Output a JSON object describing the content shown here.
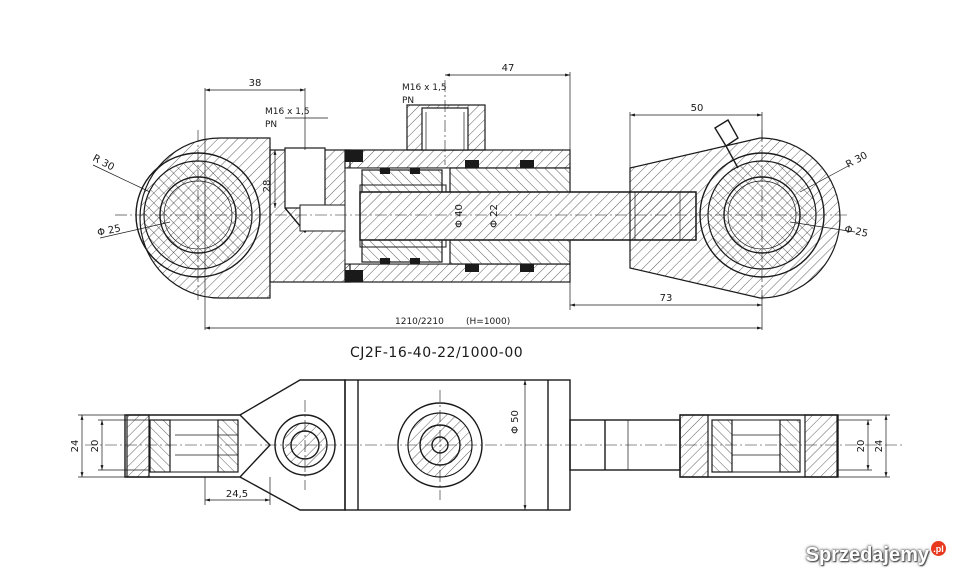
{
  "drawing": {
    "model_code": "CJ2F-16-40-22/1000-00",
    "dimensions": {
      "port_offset": "38",
      "port_thread_left": "M16 x 1,5",
      "port_label_left": "PN",
      "port_thread_right": "M16 x 1,5",
      "port_label_right": "PN",
      "port_spacing": "47",
      "eye_radius_left": "R 30",
      "eye_radius_right": "R 30",
      "pin_diameter_left": "Φ 25",
      "pin_diameter_right": "Φ 25",
      "port_depth": "28",
      "piston_diameter": "Φ 40",
      "rod_diameter": "Φ 22",
      "rod_end_width": "50",
      "rod_end_length": "73",
      "install_length": "1210/2210",
      "stroke": "(H=1000)",
      "body_diameter": "Φ 50",
      "eye_width_outer_left": "24",
      "eye_width_inner_left": "20",
      "eye_width_inner_right": "20",
      "eye_width_outer_right": "24",
      "base_offset": "24,5"
    }
  },
  "watermark": {
    "brand": "Sprzedajemy",
    "suffix": ".pl"
  }
}
